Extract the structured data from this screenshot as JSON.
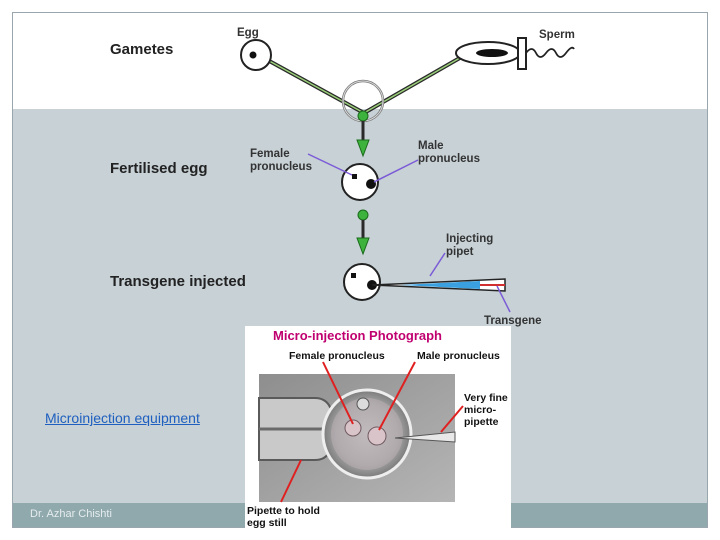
{
  "diagram": {
    "stages": {
      "gametes": "Gametes",
      "fertilised": "Fertilised egg",
      "injected": "Transgene injected"
    },
    "labels": {
      "egg": "Egg",
      "sperm": "Sperm",
      "female_pronucleus_1": "Female",
      "female_pronucleus_2": "pronucleus",
      "male_pronucleus_1": "Male",
      "male_pronucleus_2": "pronucleus",
      "injecting_pipet_1": "Injecting",
      "injecting_pipet_2": "pipet",
      "transgene": "Transgene"
    }
  },
  "photo": {
    "title": "Micro-injection Photograph",
    "female_pronucleus": "Female pronucleus",
    "male_pronucleus": "Male pronucleus",
    "fine_pipette_1": "Very fine",
    "fine_pipette_2": "micro-",
    "fine_pipette_3": "pipette",
    "hold_pipette_1": "Pipette to hold",
    "hold_pipette_2": "egg still"
  },
  "slide": {
    "link_text": "Microinjection equipment",
    "footer": "Dr. Azhar Chishti"
  },
  "colors": {
    "slide_bg": "#c7d1d6",
    "footer_bar": "#8fa9ad",
    "arrow_green": "#3db33d",
    "pointer_purple": "#7b5bd6",
    "photo_title": "#c0006f"
  }
}
